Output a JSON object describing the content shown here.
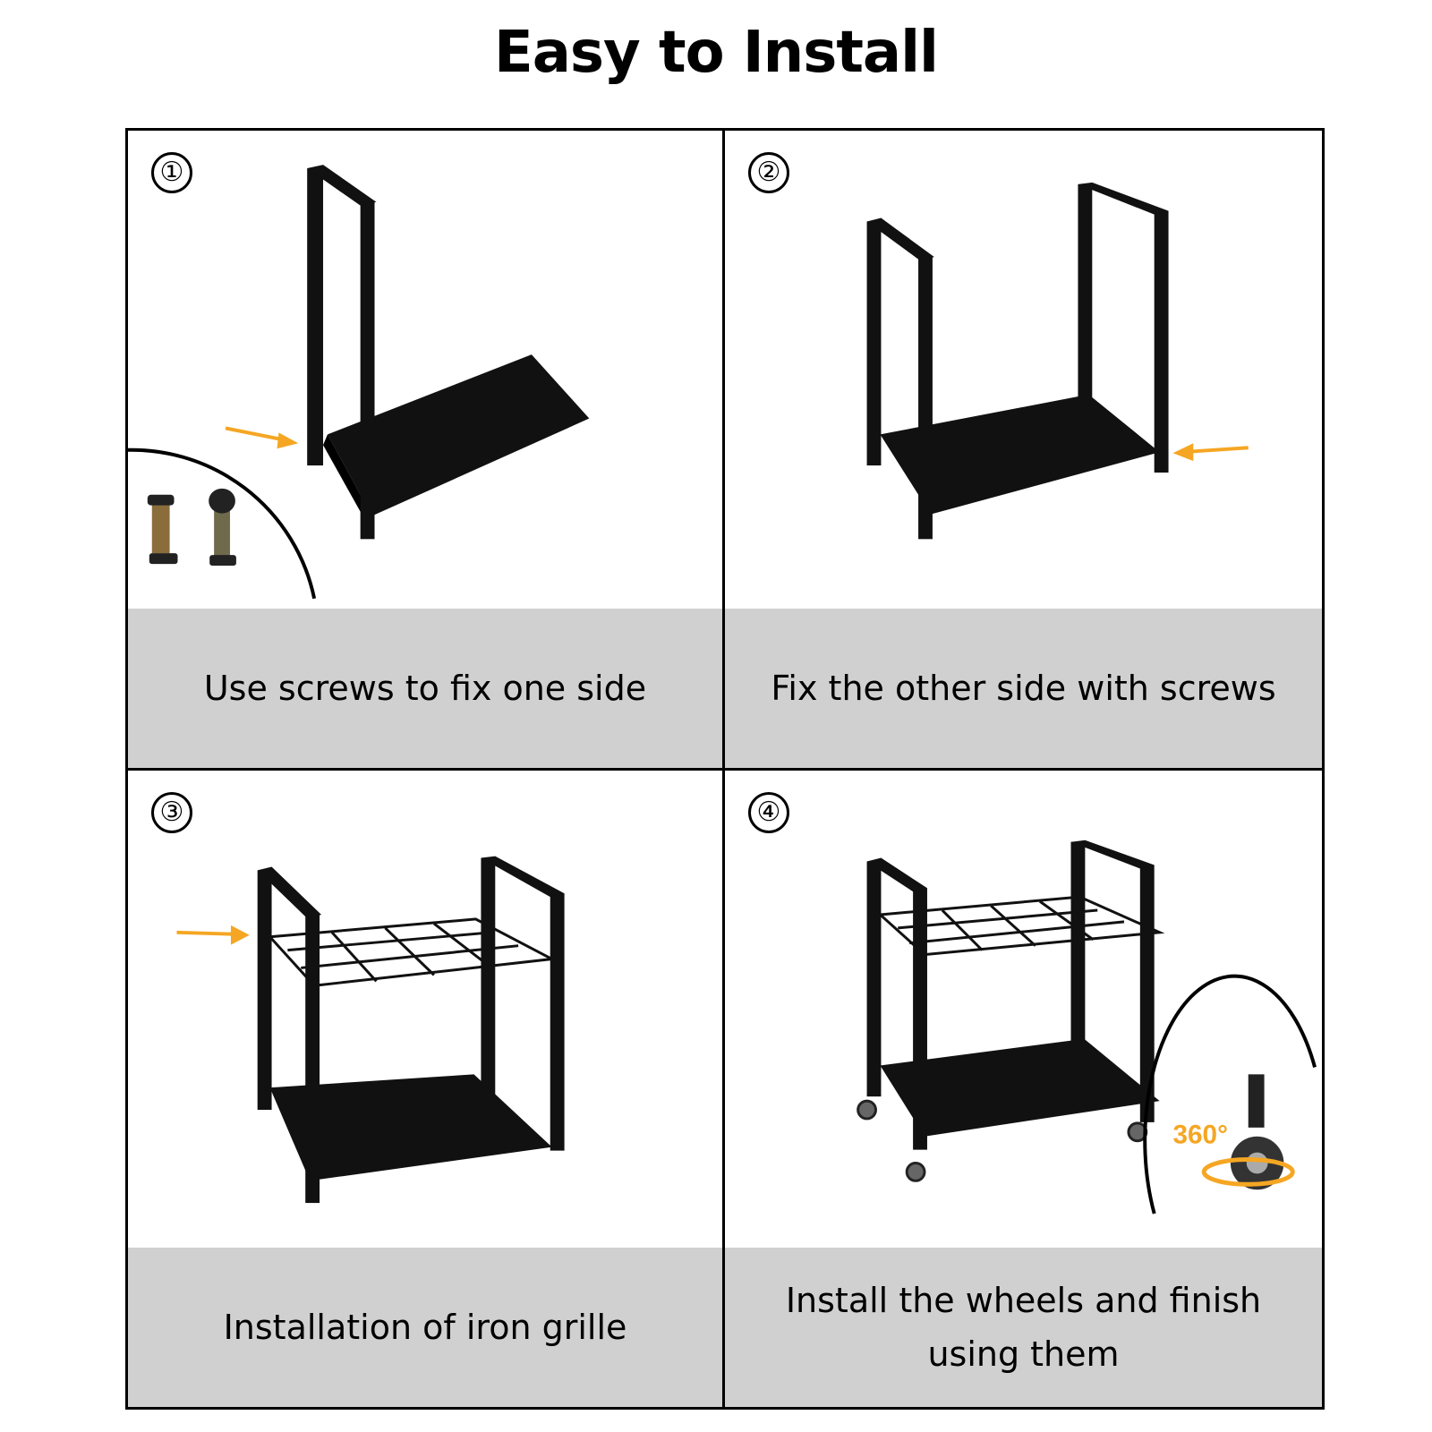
{
  "title": "Easy to Install",
  "steps": [
    {
      "number": "①",
      "caption": "Use screws to fix one side"
    },
    {
      "number": "②",
      "caption": "Fix the other side with screws"
    },
    {
      "number": "③",
      "caption": "Installation of iron grille"
    },
    {
      "number": "④",
      "caption": "Install the wheels and finish using them"
    }
  ],
  "wheel_badge": "360°",
  "colors": {
    "arrow": "#f5a623",
    "frame": "#111111",
    "caption_bg": "#d0d0d0"
  }
}
